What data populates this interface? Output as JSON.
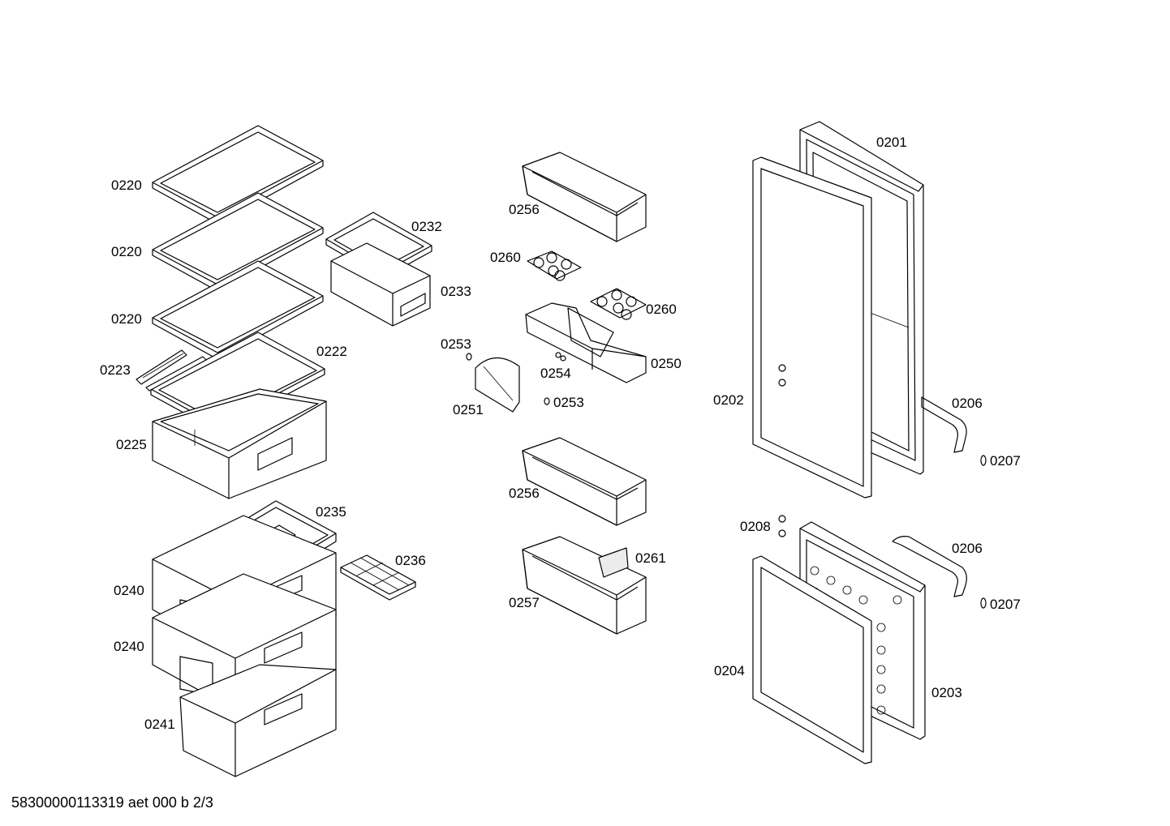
{
  "footer": "58300000113319 aet 000 b 2/3",
  "labels": {
    "l0220a": "0220",
    "l0220b": "0220",
    "l0220c": "0220",
    "l0222": "0222",
    "l0223": "0223",
    "l0225": "0225",
    "l0232": "0232",
    "l0233": "0233",
    "l0235": "0235",
    "l0236": "0236",
    "l0240a": "0240",
    "l0240b": "0240",
    "l0241": "0241",
    "l0256a": "0256",
    "l0260a": "0260",
    "l0260b": "0260",
    "l0253a": "0253",
    "l0253b": "0253",
    "l0254": "0254",
    "l0250": "0250",
    "l0251": "0251",
    "l0256b": "0256",
    "l0257": "0257",
    "l0261": "0261",
    "l0201": "0201",
    "l0202": "0202",
    "l0206a": "0206",
    "l0207a": "0207",
    "l0208": "0208",
    "l0206b": "0206",
    "l0207b": "0207",
    "l0204": "0204",
    "l0203": "0203"
  }
}
